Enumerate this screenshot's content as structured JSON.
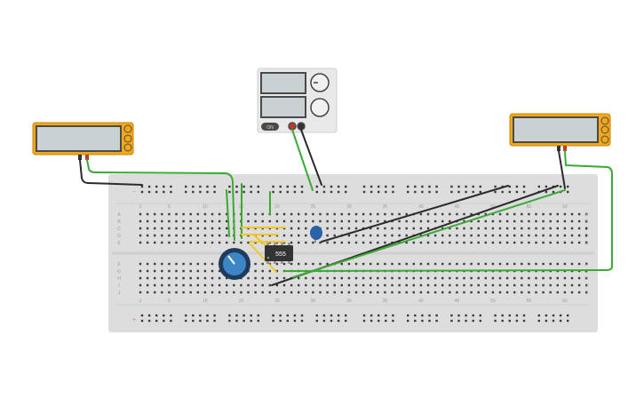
{
  "breadboard": {
    "column_numbers": [
      "1",
      "5",
      "10",
      "15",
      "20",
      "25",
      "30",
      "35",
      "40",
      "45",
      "50",
      "55",
      "60"
    ],
    "row_letters_top": [
      "A",
      "B",
      "C",
      "D",
      "E"
    ],
    "row_letters_bottom": [
      "F",
      "G",
      "H",
      "I",
      "J"
    ],
    "rail_minus": "−",
    "rail_plus": "+"
  },
  "chip": {
    "label": "555"
  },
  "power_supply": {
    "button_label": "ON"
  },
  "colors": {
    "board": "#dddddd",
    "wire_green": "#3aaa35",
    "wire_black": "#2b2b2b",
    "wire_yellow": "#f2c81e",
    "multimeter": "#f3a81a",
    "knob": "#3d86c6",
    "capacitor": "#2a62a8"
  },
  "icons": {
    "multimeter_left_buttons": [
      "a-terminal-icon",
      "v-terminal-icon",
      "com-terminal-icon"
    ],
    "multimeter_right_buttons": [
      "a-terminal-icon",
      "v-terminal-icon",
      "com-terminal-icon"
    ]
  }
}
